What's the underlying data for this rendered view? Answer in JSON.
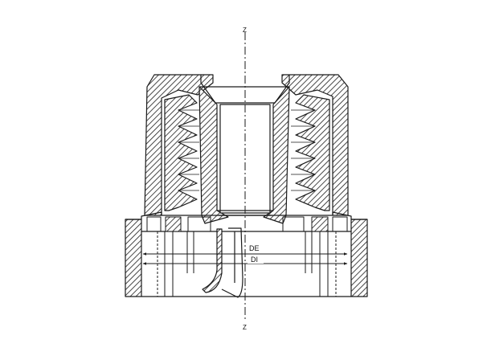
{
  "axis": {
    "top_label": "Z",
    "bottom_label": "Z"
  },
  "dimensions": {
    "outer_label": "DE",
    "inner_label": "DI"
  },
  "colors": {
    "ink": "#1a1a1a",
    "paper": "#ffffff"
  }
}
